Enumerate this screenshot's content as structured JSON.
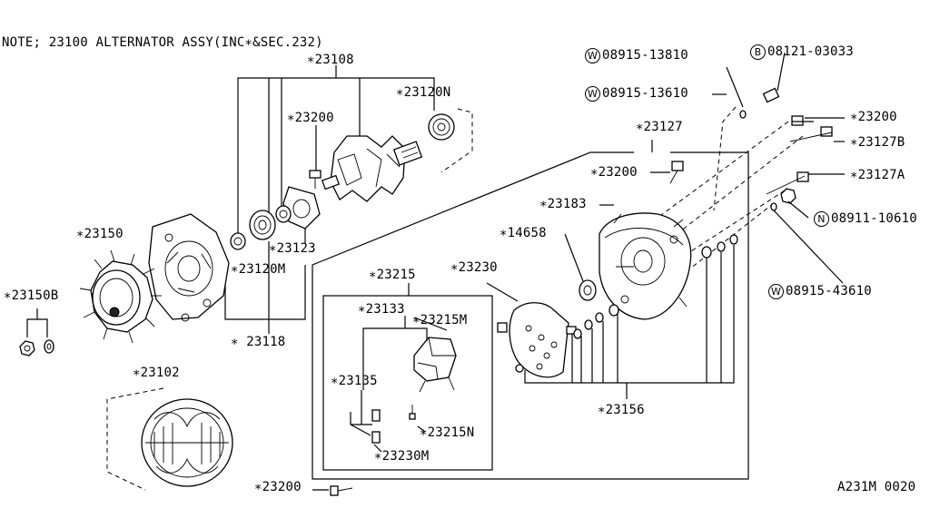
{
  "note": "NOTE; 23100  ALTERNATOR ASSY(INC∗&SEC.232)",
  "figure_id": "A231M 0020",
  "labels": {
    "p23108": "∗23108",
    "p23120n": "∗23120N",
    "p23200_a": "∗23200",
    "p23150": "∗23150",
    "p23150b": "∗23150B",
    "p23123": "∗23123",
    "p23120m": "∗23120M",
    "p23118": "∗ 23118",
    "p23102": "∗23102",
    "p23127": "∗23127",
    "p23200_b": "∗23200",
    "p23183": "∗23183",
    "p14658": "∗14658",
    "p23230": "∗23230",
    "p23215": "∗23215",
    "p23133": "∗23133",
    "p23215m": "∗23215M",
    "p23135": "∗23135",
    "p23215n": "∗23215N",
    "p23230m": "∗23230M",
    "p23156": "∗23156",
    "p23200_c": "∗23200",
    "p23200_d": "∗23200",
    "p23127b": "∗23127B",
    "p23127a": "∗23127A"
  },
  "circled": {
    "w1": {
      "letter": "W",
      "code": "08915-13810"
    },
    "b1": {
      "letter": "B",
      "code": "08121-03033"
    },
    "w2": {
      "letter": "W",
      "code": "08915-13610"
    },
    "n1": {
      "letter": "N",
      "code": "08911-10610"
    },
    "w3": {
      "letter": "W",
      "code": "08915-43610"
    }
  }
}
